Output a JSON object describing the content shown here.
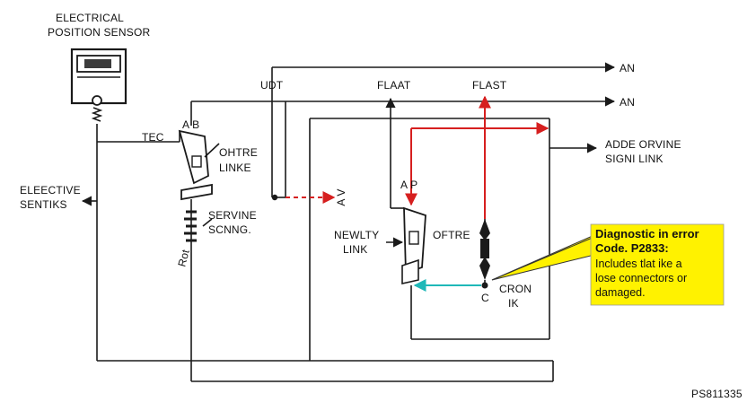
{
  "labels": {
    "sensor_line1": "ELECTRICAL",
    "sensor_line2": "POSITION SENSOR",
    "tec": "TEC",
    "a_b": "A B",
    "ohtre_line1": "OHTRE",
    "ohtre_line2": "LINKE",
    "elective_line1": "ELEECTIVE",
    "elective_line2": "SENTIKS",
    "servine_line1": "SERVINE",
    "servine_line2": "SCNNG.",
    "rot": "Rot",
    "udt": "UDT",
    "flaat": "FLAAT",
    "flast": "FLAST",
    "an_1": "AN",
    "an_2": "AN",
    "adde_line1": "ADDE ORVINE",
    "adde_line2": "SIGNI LINK",
    "av": "A V",
    "a_p": "A P",
    "newlty_line1": "NEWLTY",
    "newlty_line2": "LINK",
    "oftre": "OFTRE",
    "c": "C",
    "cron_line1": "CRON",
    "cron_line2": "IK",
    "part_no": "PS811335"
  },
  "callout": {
    "title_line1": "Diagnostic in error",
    "title_line2": "Code. P2833:",
    "body_line1": "Includes tlat ike a",
    "body_line2": "lose connectors or",
    "body_line3": "damaged.",
    "background": "#fff200"
  },
  "colors": {
    "wire": "#1a1a1a",
    "signal_red": "#d61f1f",
    "signal_cyan": "#1fb8b8"
  }
}
